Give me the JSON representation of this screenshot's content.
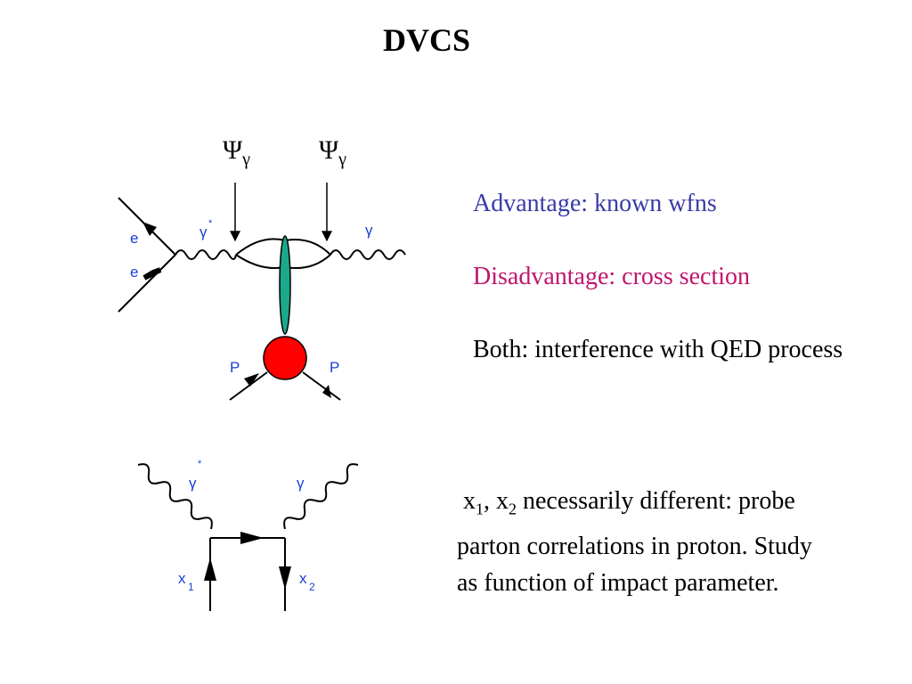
{
  "title": "DVCS",
  "upper_diagram": {
    "psi_labels": [
      {
        "symbol": "Ψ",
        "sub": "γ"
      },
      {
        "symbol": "Ψ",
        "sub": "γ"
      }
    ],
    "labels": {
      "e_top": "e",
      "e_bottom": "e",
      "gamma_star": "γ",
      "gamma_star_mark": "*",
      "gamma_out": "γ",
      "p_left": "P",
      "p_right": "P"
    },
    "colors": {
      "blob": "#ff0000",
      "ellipse": "#1aa98c",
      "labels": "#1a3fd6"
    }
  },
  "lower_diagram": {
    "labels": {
      "gamma_star": "γ",
      "gamma_star_mark": "*",
      "gamma_out": "γ",
      "x1": "x",
      "x1_sub": "1",
      "x2": "x",
      "x2_sub": "2"
    }
  },
  "text": {
    "advantage": "Advantage: known wfns",
    "disadvantage": "Disadvantage: cross section",
    "both": "Both: interference with QED process",
    "x_a": "x",
    "x_a_sub": "1",
    "x_sep": ", x",
    "x_b_sub": "2",
    "x_rest": " necessarily different: probe parton correlations in proton.  Study as function of impact parameter."
  },
  "colors": {
    "advantage": "#3a3aa8",
    "disadvantage": "#c0156e"
  }
}
